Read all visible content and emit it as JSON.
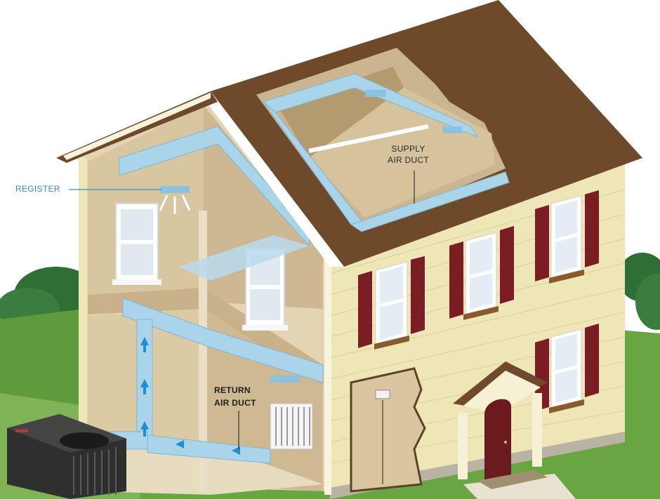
{
  "labels": {
    "register": "REGISTER",
    "supply_line1": "SUPPLY",
    "supply_line2": "AIR DUCT",
    "return_line1": "RETURN",
    "return_line2": "AIR DUCT"
  },
  "colors": {
    "siding": "#efe6b8",
    "roof": "#6e4a2a",
    "shutter": "#7a1e24",
    "duct": "#a9d4ea",
    "interior": "#d9c9a8",
    "grass": "#5f9a3c",
    "trees": "#2f6e35",
    "label_blue": "#2e8fc4"
  },
  "icons": [
    "air-conditioner-condenser",
    "thermostat",
    "return-grille",
    "front-door"
  ]
}
